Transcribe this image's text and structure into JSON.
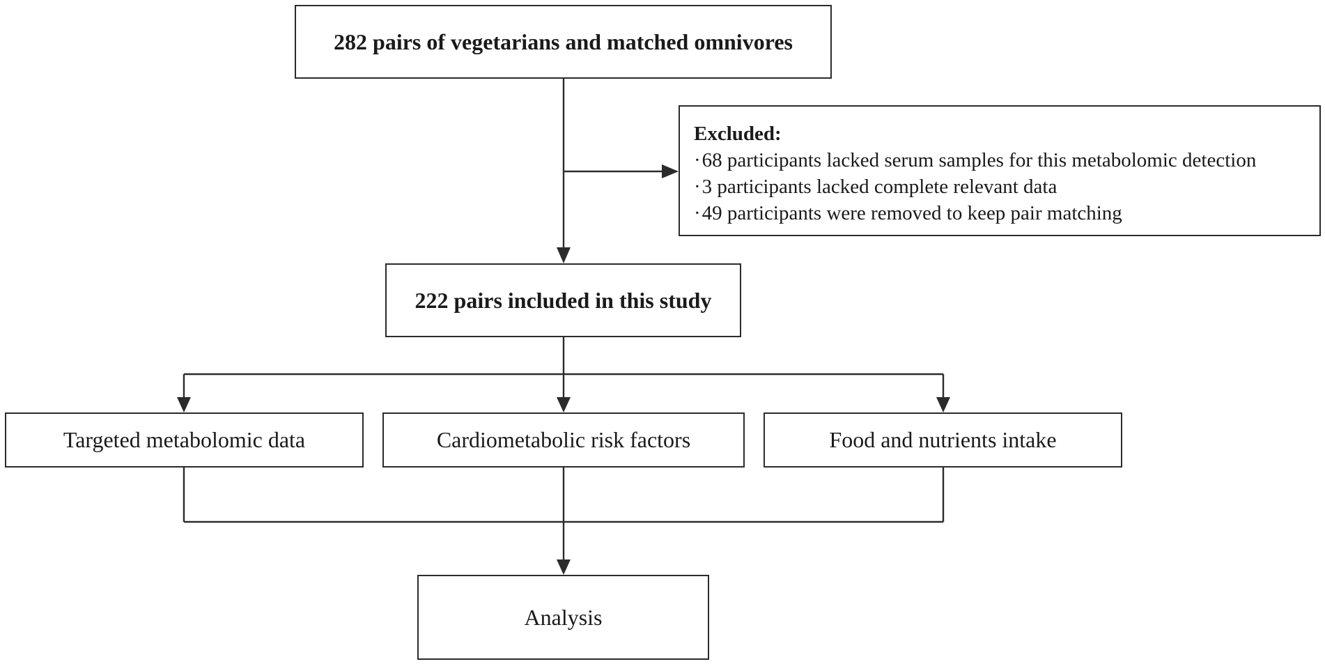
{
  "flowchart": {
    "start_box": "282 pairs of vegetarians and  matched omnivores",
    "excluded": {
      "title": "Excluded:",
      "items": [
        "68 participants lacked serum samples for this metabolomic detection",
        "3 participants lacked complete relevant data",
        "49 participants were removed to keep pair matching"
      ]
    },
    "included_box": "222 pairs included in this study",
    "data_boxes": [
      "Targeted metabolomic data",
      "Cardiometabolic risk factors",
      "Food and nutrients intake"
    ],
    "analysis_box": "Analysis"
  },
  "colors": {
    "line": "#2b2b2b",
    "background": "#ffffff",
    "text": "#1a1a1a"
  }
}
